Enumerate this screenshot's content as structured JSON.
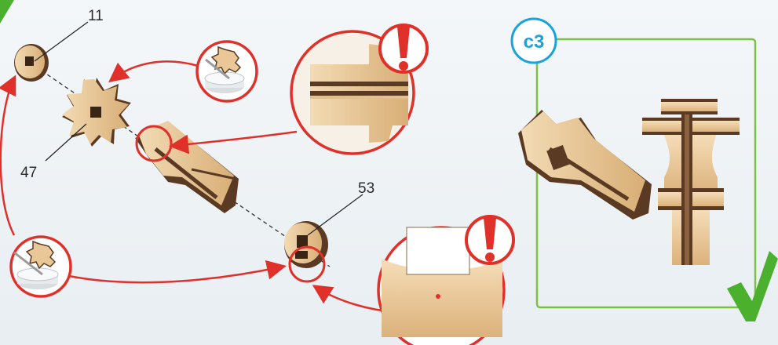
{
  "labels": {
    "part_11": "11",
    "part_47": "47",
    "part_53": "53",
    "step": "c3",
    "warning_mark": "!"
  },
  "icons": {
    "warning": "exclamation-icon",
    "done": "check-mark-icon",
    "glue": "glue-bowl-icon"
  },
  "colors": {
    "arrow": "#e0302a",
    "accent": "#1aa3d9",
    "panel_border": "#7cc242",
    "check": "#4cb02f",
    "wood_light": "#e9c796",
    "wood_dark": "#5a3a22"
  }
}
